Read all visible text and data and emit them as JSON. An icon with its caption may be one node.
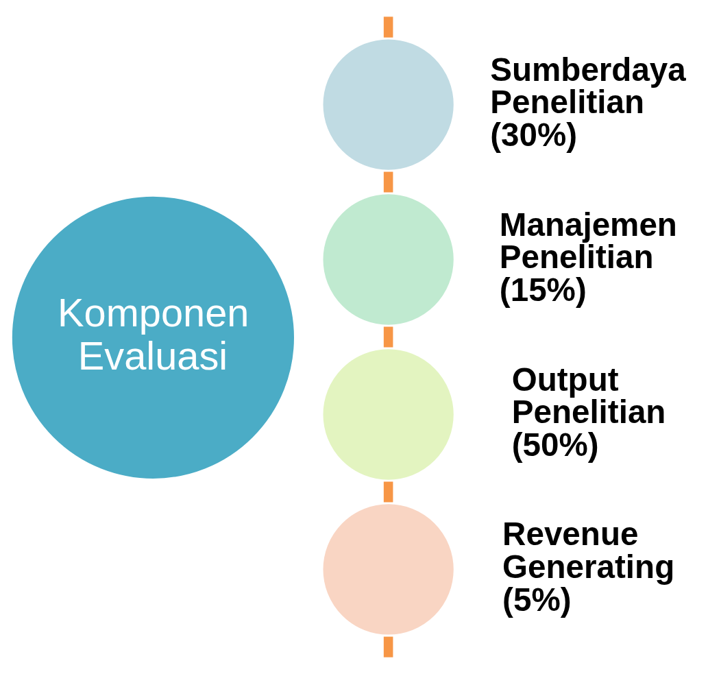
{
  "diagram": {
    "nodes": [
      {
        "text": [
          "Komponen Evaluasi"
        ]
      },
      {
        "text": [],
        "shape": "circle",
        "beside": [
          "Sumberdaya Penelitian (30%)"
        ]
      },
      {
        "text": [],
        "shape": "circle",
        "beside": [
          "Manajemen Penelitian (15%)"
        ]
      },
      {
        "text": [],
        "shape": "circle",
        "beside": [
          "Output Penelitian (50%)"
        ]
      },
      {
        "text": [],
        "shape": "circle",
        "beside": [
          "Revenue Generating (5%)"
        ]
      }
    ],
    "edges": [
      {
        "from": null,
        "to": 1,
        "arrow": "none"
      },
      {
        "from": 1,
        "to": 2,
        "arrow": "none"
      },
      {
        "from": 2,
        "to": 3,
        "arrow": "none"
      },
      {
        "from": 3,
        "to": 4,
        "arrow": "none"
      },
      {
        "from": 4,
        "to": null,
        "arrow": "none"
      }
    ]
  }
}
